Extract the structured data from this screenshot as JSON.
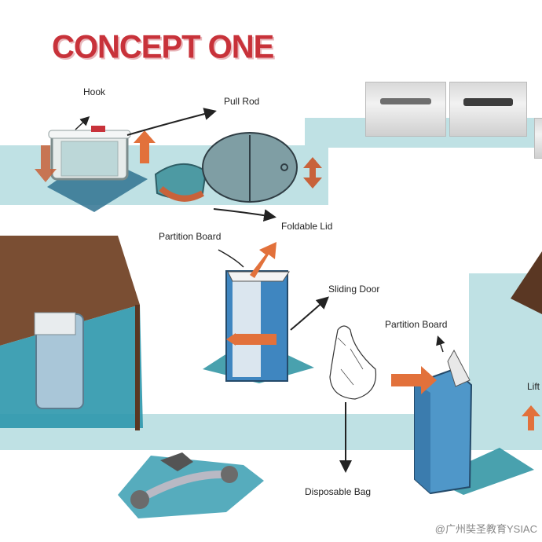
{
  "title": "CONCEPT ONE",
  "labels": {
    "hook": "Hook",
    "pull_rod": "Pull Rod",
    "foldable_lid": "Foldable Lid",
    "partition_board_1": "Partition Board",
    "sliding_door": "Sliding Door",
    "partition_board_2": "Partition Board",
    "lift": "Lift",
    "disposable_bag": "Disposable Bag"
  },
  "watermark": "@广州奘圣教育YSIAC",
  "colors": {
    "title": "#c8323a",
    "band": "#bfe1e4",
    "arrow": "#e2713b",
    "bin_blue": "#4f97c9",
    "teal": "#1b8a9a",
    "wood": "#7a4e33"
  }
}
